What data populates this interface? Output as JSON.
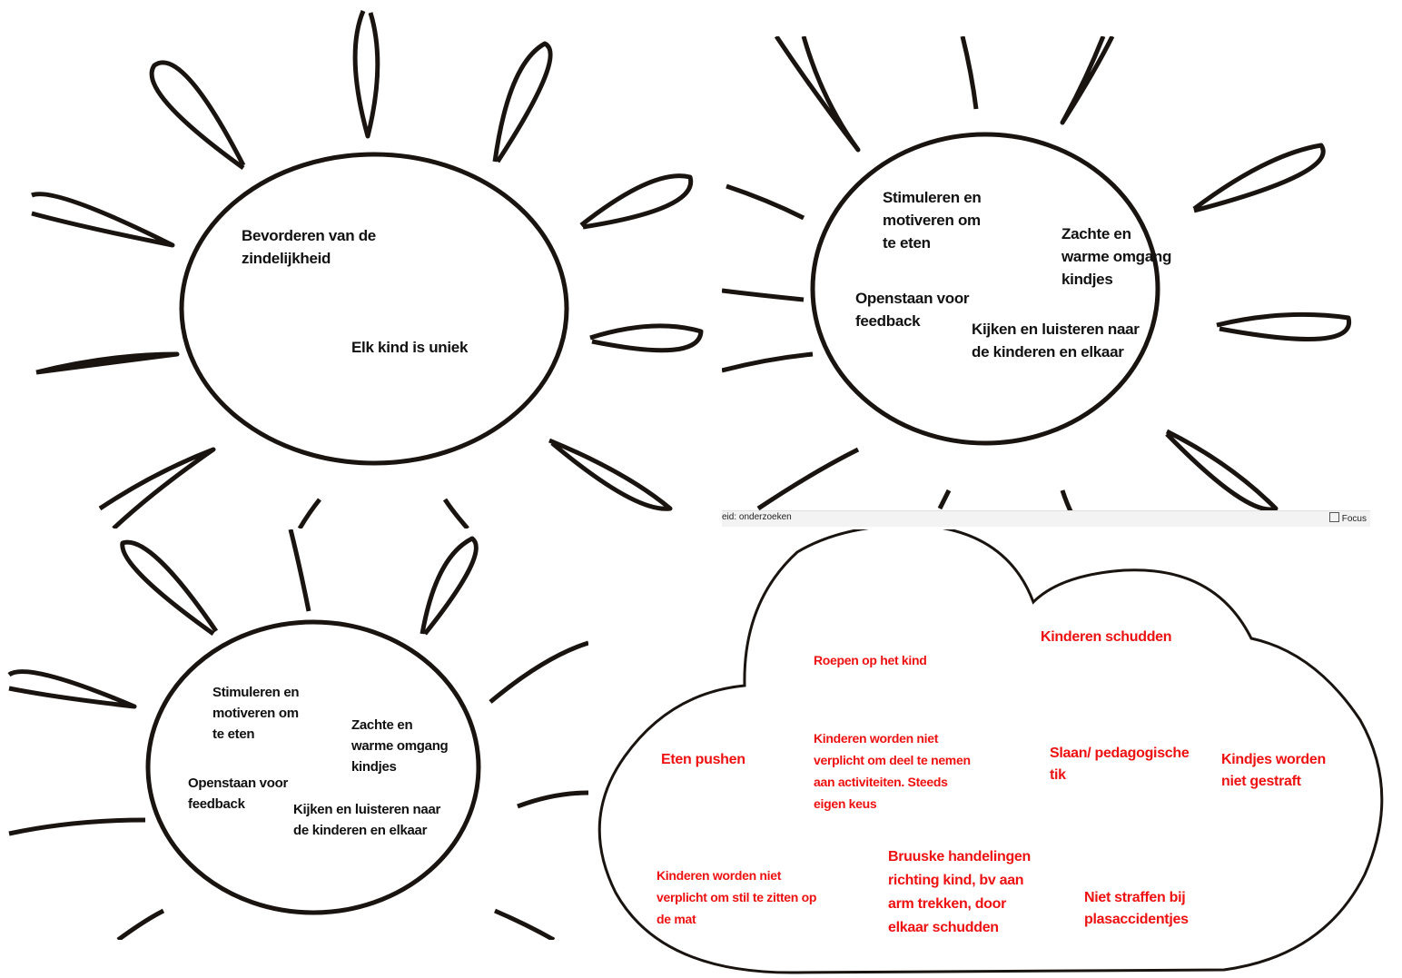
{
  "sun1": {
    "labels": [
      "Bevorderen van de\nzindelijkheid",
      "Elk kind is uniek"
    ]
  },
  "sun2": {
    "labels": [
      "Stimuleren en\nmotiveren om\nte eten",
      "Zachte en\nwarme omgang\nkindjes",
      "Openstaan voor\nfeedback",
      "Kijken en luisteren naar\nde kinderen en elkaar"
    ],
    "status_text": "eid: onderzoeken",
    "focus_label": "Focus"
  },
  "sun3": {
    "labels": [
      "Stimuleren en\nmotiveren om\nte eten",
      "Zachte en\nwarme omgang\nkindjes",
      "Openstaan voor\nfeedback",
      "Kijken en luisteren naar\nde kinderen en elkaar"
    ]
  },
  "cloud": {
    "labels": [
      "Kinderen schudden",
      "Roepen op het kind",
      "Eten pushen",
      "Kinderen worden niet\nverplicht om deel te nemen\naan activiteiten. Steeds\neigen keus",
      "Slaan/ pedagogische\ntik",
      "Kindjes worden\nniet gestraft",
      "Kinderen worden niet\nverplicht om stil te zitten op\nde mat",
      "Bruuske handelingen\nrichting kind, bv aan\narm trekken, door\nelkaar schudden",
      "Niet straffen bij\nplasaccidentjes"
    ],
    "text_color": "#ee1111"
  },
  "colors": {
    "outline": "#1a1410",
    "red_text": "#ee1111"
  }
}
